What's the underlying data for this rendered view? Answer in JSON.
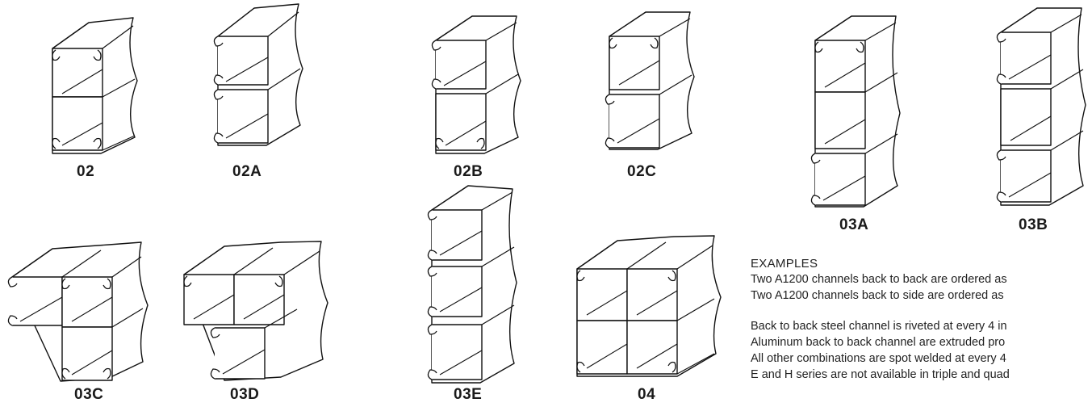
{
  "figures": [
    {
      "id": "02",
      "label": "02"
    },
    {
      "id": "02A",
      "label": "02A"
    },
    {
      "id": "02B",
      "label": "02B"
    },
    {
      "id": "02C",
      "label": "02C"
    },
    {
      "id": "03A",
      "label": "03A"
    },
    {
      "id": "03B",
      "label": "03B"
    },
    {
      "id": "03C",
      "label": "03C"
    },
    {
      "id": "03D",
      "label": "03D"
    },
    {
      "id": "03E",
      "label": "03E"
    },
    {
      "id": "04",
      "label": "04"
    }
  ],
  "examples": {
    "heading": "EXAMPLES",
    "lines": [
      "Two A1200 channels back to back are ordered as",
      "Two A1200 channels back to side are ordered as",
      "Back to back steel channel is riveted at every 4 in",
      "Aluminum back to back channel are extruded pro",
      "All other combinations are spot welded at every 4",
      "E and H series are not available in triple and quad"
    ]
  }
}
